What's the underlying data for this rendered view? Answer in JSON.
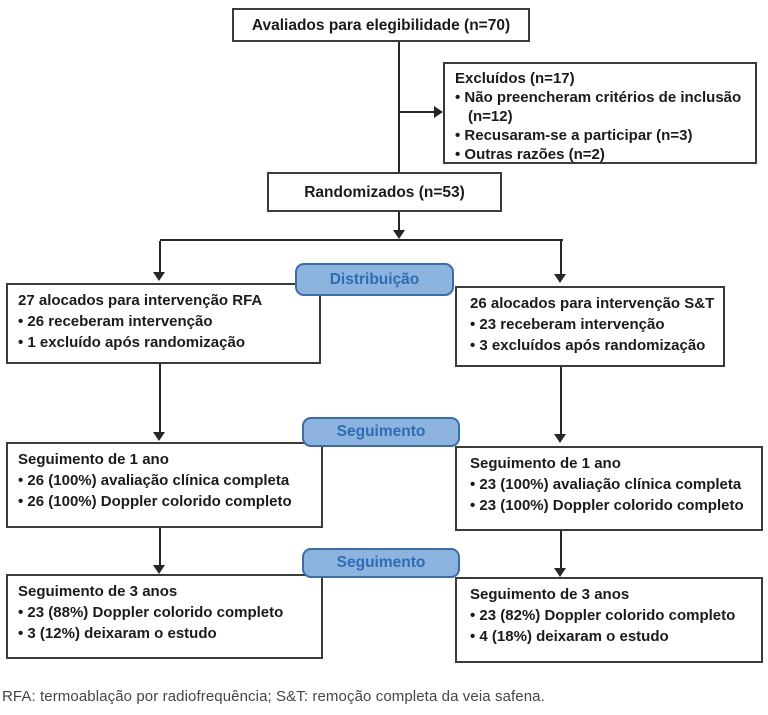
{
  "flowchart": {
    "eligibility": {
      "text": "Avaliados para elegibilidade (n=70)"
    },
    "excluded": {
      "title": "Excluídos (n=17)",
      "items": [
        "• Não preencheram critérios de inclusão (n=12)",
        "• Recusaram-se a participar (n=3)",
        "• Outras razões (n=2)"
      ]
    },
    "randomized": {
      "text": "Randomizados (n=53)"
    },
    "stage_labels": {
      "allocation": "Distribuição",
      "followup_1": "Seguimento",
      "followup_3": "Seguimento"
    },
    "allocation_left": {
      "title": "27 alocados para intervenção RFA",
      "items": [
        "• 26 receberam intervenção",
        "• 1 excluído após randomização"
      ]
    },
    "allocation_right": {
      "title": "26 alocados para intervenção S&T",
      "items": [
        "• 23 receberam intervenção",
        "• 3 excluídos após randomização"
      ]
    },
    "followup1_left": {
      "title": "Seguimento de 1 ano",
      "items": [
        "• 26 (100%) avaliação clínica completa",
        "• 26 (100%) Doppler colorido completo"
      ]
    },
    "followup1_right": {
      "title": "Seguimento de 1 ano",
      "items": [
        "• 23 (100%) avaliação clínica completa",
        "• 23 (100%) Doppler colorido completo"
      ]
    },
    "followup3_left": {
      "title": "Seguimento de 3 anos",
      "items": [
        "• 23 (88%) Doppler colorido completo",
        "• 3 (12%) deixaram o estudo"
      ]
    },
    "followup3_right": {
      "title": "Seguimento de 3 anos",
      "items": [
        "• 23 (82%) Doppler colorido completo",
        "• 4 (18%) deixaram o estudo"
      ]
    },
    "footnote": "RFA: termoablação por radiofrequência; S&T: remoção completa da veia safena.",
    "colors": {
      "badge_fill": "#8cb4de",
      "badge_border": "#3c6ba5",
      "badge_text": "#2f6cb3",
      "box_border": "#3b3b3b",
      "line": "#262626",
      "text": "#1b1b1b"
    }
  }
}
